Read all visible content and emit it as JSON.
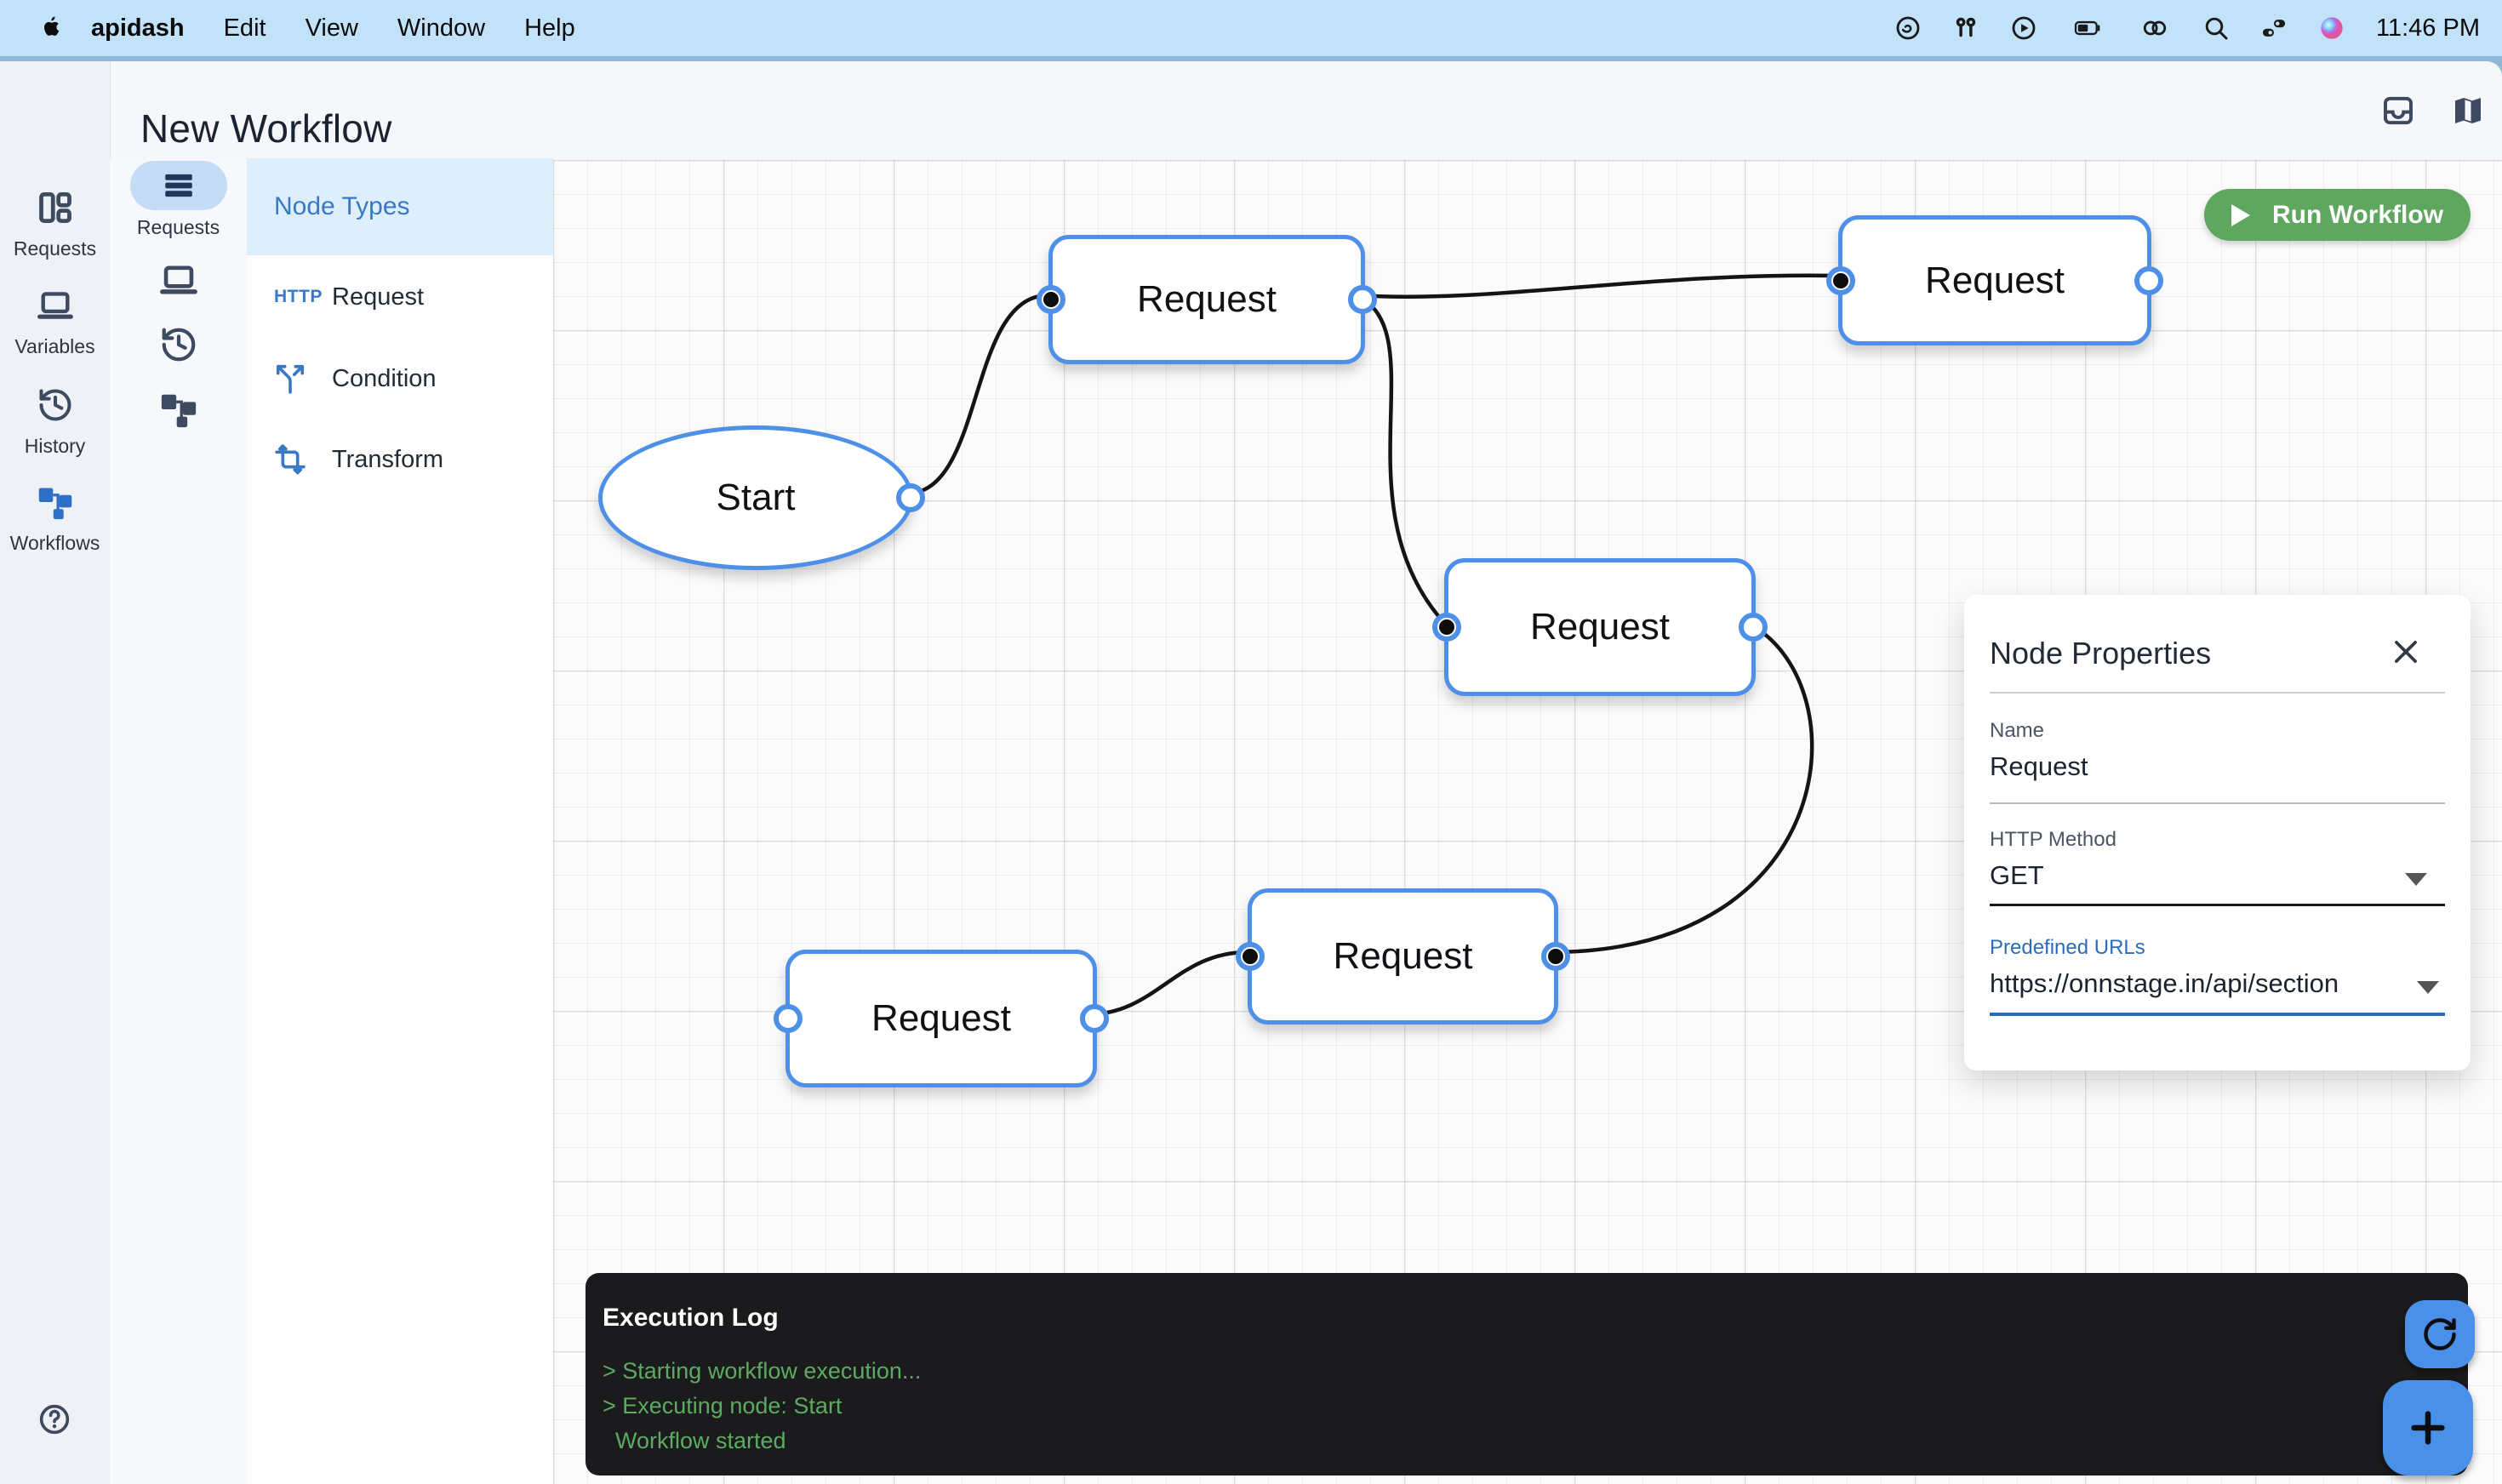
{
  "menubar": {
    "app_name": "apidash",
    "menus": [
      "Edit",
      "View",
      "Window",
      "Help"
    ],
    "time": "11:46 PM",
    "status_icons": [
      "creative-cloud",
      "airpods",
      "now-playing",
      "battery",
      "personal-hotspot",
      "spotlight",
      "control-center",
      "siri"
    ]
  },
  "window": {
    "title": "New Workflow"
  },
  "sidebar": {
    "items": [
      {
        "label": "Requests",
        "icon": "dashboard-icon",
        "active": false
      },
      {
        "label": "Variables",
        "icon": "laptop-icon",
        "active": false
      },
      {
        "label": "History",
        "icon": "history-icon",
        "active": false
      },
      {
        "label": "Workflows",
        "icon": "workflow-tree-icon",
        "active": true
      }
    ],
    "footer_icons": [
      "help-icon",
      "settings-gear-icon"
    ]
  },
  "rail": {
    "active_item_label": "Requests",
    "icons": [
      "list-icon",
      "laptop-icon",
      "history-icon",
      "workflow-tree-icon"
    ]
  },
  "node_types": {
    "header": "Node Types",
    "items": [
      {
        "icon": "http",
        "icon_text": "HTTP",
        "label": "Request"
      },
      {
        "icon": "condition-split-icon",
        "icon_text": "",
        "label": "Condition"
      },
      {
        "icon": "transform-crop-icon",
        "icon_text": "",
        "label": "Transform"
      }
    ]
  },
  "canvas": {
    "run_button_label": "Run Workflow",
    "nodes": [
      {
        "id": "start",
        "label": "Start",
        "shape": "ellipse"
      },
      {
        "id": "request-1",
        "label": "Request",
        "shape": "rect"
      },
      {
        "id": "request-2",
        "label": "Request",
        "shape": "rect"
      },
      {
        "id": "request-3",
        "label": "Request",
        "shape": "rect"
      },
      {
        "id": "request-4",
        "label": "Request",
        "shape": "rect"
      },
      {
        "id": "request-5",
        "label": "Request",
        "shape": "rect"
      }
    ],
    "edges": [
      "start:out -> request-1:in",
      "request-1:out -> request-2:in",
      "request-1:out -> request-3:in",
      "request-4:out -> request-5:in",
      "request-3:out -> request-5:right"
    ]
  },
  "properties": {
    "title": "Node Properties",
    "name_label": "Name",
    "name_value": "Request",
    "method_label": "HTTP Method",
    "method_value": "GET",
    "urls_label": "Predefined URLs",
    "urls_value": "https://onnstage.in/api/section"
  },
  "log": {
    "title": "Execution Log",
    "lines": [
      "> Starting workflow execution...",
      "> Executing node: Start",
      "  Workflow started"
    ]
  },
  "colors": {
    "accent_blue": "#4e90e8",
    "run_green": "#5fa75f",
    "log_green": "#5cab61",
    "menubar_blue": "#c2e2fa",
    "link_blue": "#2d6cb5",
    "node_types_blue": "#3779c4"
  }
}
